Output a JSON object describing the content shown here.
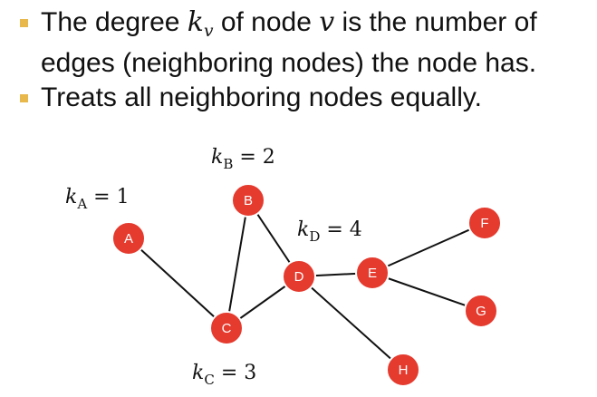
{
  "bullets": {
    "b1_pre": "The degree ",
    "b1_k": "k",
    "b1_ksub": "v",
    "b1_mid": " of node ",
    "b1_v": "v",
    "b1_post": " is the number of",
    "b1_line2": "edges (neighboring nodes) the node has.",
    "b2": "Treats all neighboring nodes equally."
  },
  "colors": {
    "bullet": "#E8B84C",
    "node_fill": "#E53A2E",
    "node_stroke": "#FFFFFF",
    "edge": "#111111"
  },
  "graph": {
    "nodes": [
      "A",
      "B",
      "C",
      "D",
      "E",
      "F",
      "G",
      "H"
    ],
    "edges": [
      [
        "A",
        "C"
      ],
      [
        "B",
        "C"
      ],
      [
        "B",
        "D"
      ],
      [
        "C",
        "D"
      ],
      [
        "D",
        "E"
      ],
      [
        "D",
        "H"
      ],
      [
        "E",
        "F"
      ],
      [
        "E",
        "G"
      ]
    ],
    "degree_labels": {
      "A": {
        "k": "k",
        "sub": "A",
        "eq": " = 1"
      },
      "B": {
        "k": "k",
        "sub": "B",
        "eq": " = 2"
      },
      "C": {
        "k": "k",
        "sub": "C",
        "eq": " = 3"
      },
      "D": {
        "k": "k",
        "sub": "D",
        "eq": " = 4"
      }
    }
  }
}
